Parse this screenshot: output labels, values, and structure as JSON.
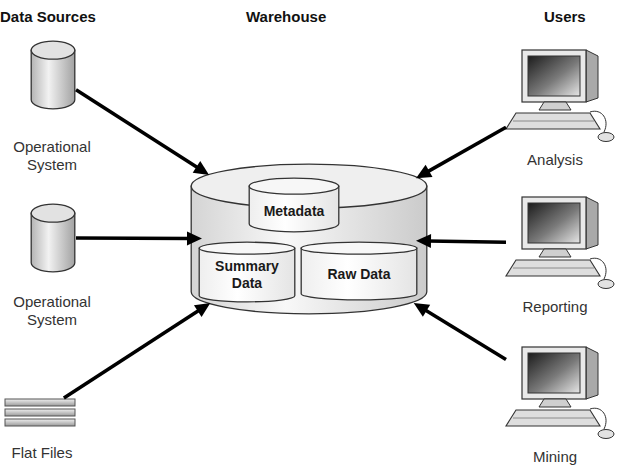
{
  "diagram": {
    "nodes": [
      {
        "text": [
          "Operational System"
        ]
      },
      {
        "text": [
          "Operational System"
        ]
      },
      {
        "text": [
          "Flat Files"
        ]
      },
      {
        "text": []
      },
      {
        "text": [
          "Metadata"
        ],
        "in": 3
      },
      {
        "text": [
          "Summary Data"
        ],
        "in": 3
      },
      {
        "text": [
          "Raw Data"
        ],
        "in": 3
      },
      {
        "text": [
          "Analysis"
        ]
      },
      {
        "text": [
          "Reporting"
        ]
      },
      {
        "text": [
          "Mining"
        ]
      }
    ],
    "edges": [
      {
        "from": 0,
        "to": 3,
        "arrow": "to"
      },
      {
        "from": 1,
        "to": 3,
        "arrow": "to"
      },
      {
        "from": 2,
        "to": 3,
        "arrow": "to"
      },
      {
        "from": 7,
        "to": 3,
        "arrow": "to"
      },
      {
        "from": 8,
        "to": 3,
        "arrow": "to"
      },
      {
        "from": 9,
        "to": 3,
        "arrow": "to"
      }
    ],
    "labels": [
      "Data Sources",
      "Warehouse",
      "Users"
    ]
  }
}
